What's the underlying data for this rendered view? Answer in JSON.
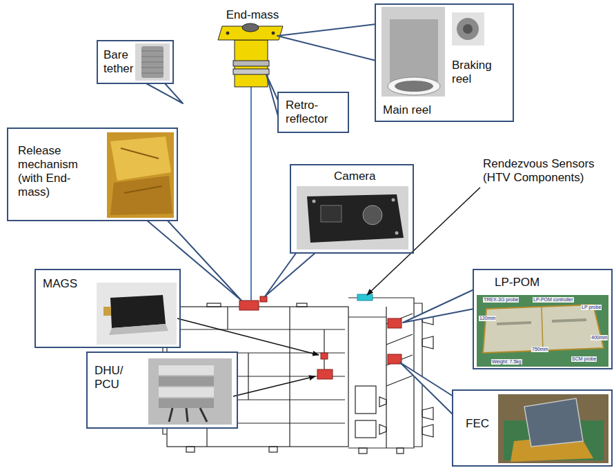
{
  "diagram": {
    "nodes": [
      {
        "text": [
          "Bare tether"
        ]
      },
      {
        "text": [
          "Main reel",
          "Braking reel"
        ]
      },
      {
        "text": [
          "Retro-reflector"
        ]
      },
      {
        "text": [
          "Release mechanism (with End-mass)"
        ]
      },
      {
        "text": [
          "Camera"
        ]
      },
      {
        "text": [
          "MAGS"
        ]
      },
      {
        "text": [
          "LP-POM"
        ]
      },
      {
        "text": [
          "DHU/ PCU"
        ]
      },
      {
        "text": [
          "FEC"
        ]
      }
    ],
    "labels": [
      "End-mass",
      "Rendezvous Sensors (HTV Components)",
      "TREX-3G probe",
      "LP-POM controller",
      "LP probe",
      "120mm",
      "750mm",
      "400mm",
      "Weight: 7.5kg",
      "SCM probe"
    ]
  }
}
